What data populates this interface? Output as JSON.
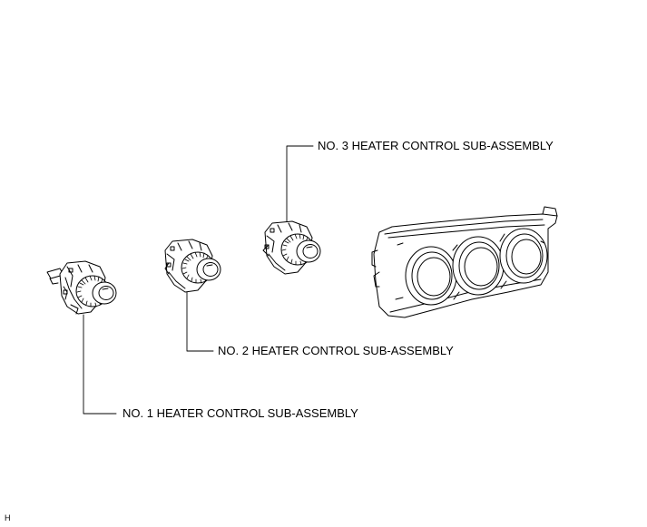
{
  "callouts": {
    "no3": "NO. 3 HEATER CONTROL SUB-ASSEMBLY",
    "no2": "NO. 2 HEATER CONTROL SUB-ASSEMBLY",
    "no1": "NO. 1 HEATER CONTROL SUB-ASSEMBLY"
  },
  "figure_code": "H",
  "colors": {
    "line": "#000000",
    "background": "#ffffff"
  }
}
